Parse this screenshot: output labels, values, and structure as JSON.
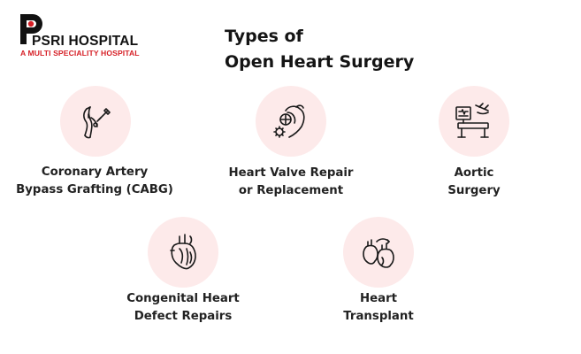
{
  "logo": {
    "name": "PSRI HOSPITAL",
    "tagline": "A MULTI SPECIALITY HOSPITAL",
    "brand_color": "#d61f26"
  },
  "title": {
    "line1": "Types of",
    "line2": "Open Heart Surgery"
  },
  "colors": {
    "circle_bg": "#fdeaea",
    "icon_stroke": "#1a1a1a",
    "text": "#222222"
  },
  "surgeries": [
    {
      "icon": "bypass-graft-icon",
      "line1": "Coronary Artery",
      "line2": "Bypass Grafting (CABG)"
    },
    {
      "icon": "heart-valve-gear-icon",
      "line1": "Heart Valve Repair",
      "line2": "or Replacement"
    },
    {
      "icon": "surgery-monitor-table-icon",
      "line1": "Aortic",
      "line2": "Surgery"
    },
    {
      "icon": "anatomical-heart-icon",
      "line1": "Congenital Heart",
      "line2": "Defect Repairs"
    },
    {
      "icon": "heart-transplant-icon",
      "line1": "Heart",
      "line2": "Transplant"
    }
  ]
}
